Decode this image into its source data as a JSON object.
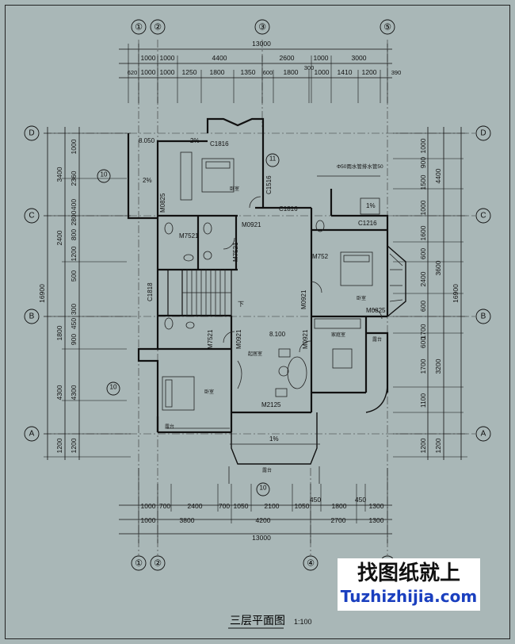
{
  "drawing": {
    "title": "三层平面图",
    "scale": "1:100"
  },
  "watermark": {
    "line1": "找图纸就上",
    "line2": "Tuzhizhijia.com"
  },
  "axes": {
    "top": [
      "①",
      "②",
      "③",
      "⑤"
    ],
    "bottom": [
      "①",
      "②",
      "④",
      "⑤"
    ],
    "left": [
      "D",
      "C",
      "B",
      "A"
    ],
    "right": [
      "D",
      "C",
      "B",
      "A"
    ]
  },
  "dims_top": {
    "total": "13000",
    "row2": [
      "1000",
      "1000",
      "4400",
      "2600",
      "1000",
      "3000"
    ],
    "row3": [
      "620",
      "1000",
      "1000",
      "1250",
      "1800",
      "1350",
      "600",
      "1800",
      "300",
      "1000",
      "1410",
      "1200",
      "390"
    ]
  },
  "dims_bottom": {
    "row1": [
      "1000",
      "700",
      "2400",
      "700",
      "1050",
      "2100",
      "1050",
      "450",
      "1800",
      "450",
      "1300"
    ],
    "row2": [
      "1000",
      "3800",
      "4200",
      "2700",
      "1300"
    ],
    "total": "13000"
  },
  "dims_left": {
    "total": "16900",
    "outer": [
      "3400",
      "2400",
      "1800",
      "4300",
      "1200"
    ],
    "inner": [
      "1000",
      "2360",
      "400",
      "2800",
      "800",
      "1200",
      "500",
      "300",
      "450",
      "900",
      "4300",
      "1200"
    ]
  },
  "dims_right": {
    "total": "16900",
    "outer": [
      "4400",
      "3600",
      "3200",
      "1200"
    ],
    "inner": [
      "1000",
      "900",
      "1500",
      "1000",
      "1600",
      "600",
      "2400",
      "600",
      "1700",
      "600",
      "1700",
      "1100",
      "1200"
    ]
  },
  "rooms": {
    "bedroom": "卧室",
    "living": "起居室",
    "family": "家庭室",
    "terrace": "露台",
    "elev1": "8.050",
    "elev2": "8.100",
    "down": "下",
    "slope": "2%",
    "slope2": "1%",
    "pipe_note": "Φ50雨水管排水管50"
  },
  "labels": {
    "c1816a": "C1816",
    "c1816b": "C1816",
    "c1516": "C1516",
    "c1818": "C1818",
    "c1216": "C1216",
    "m0921a": "M0921",
    "m0921b": "M0921",
    "m0921c": "M0921",
    "m0921d": "M0921",
    "m7521a": "M7521",
    "m7521b": "M7521",
    "m7521c": "M7521",
    "m0825a": "M0825",
    "m0825b": "M0825",
    "m752": "M752",
    "m2125": "M2125"
  },
  "detail_marks": [
    "10",
    "11",
    "10",
    "10"
  ]
}
